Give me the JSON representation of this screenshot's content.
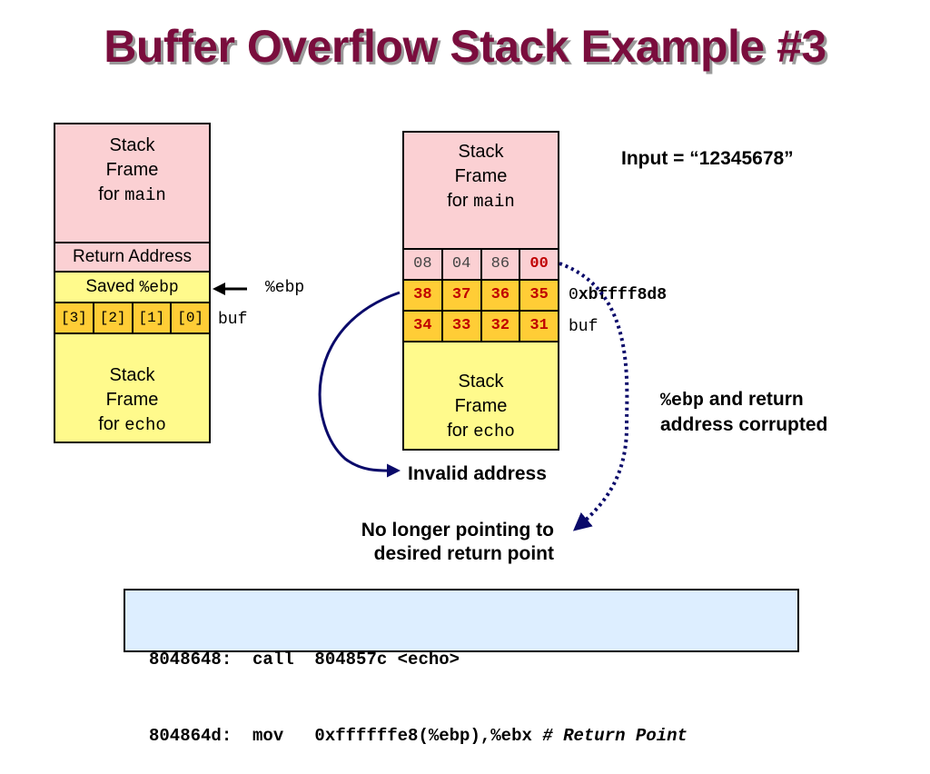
{
  "title": "Buffer Overflow Stack Example #3",
  "left_stack": {
    "main_frame": [
      "Stack",
      "Frame",
      "for",
      "main"
    ],
    "return_address": "Return Address",
    "saved_ebp": [
      "Saved",
      "%ebp"
    ],
    "buf_cells": [
      "[3]",
      "[2]",
      "[1]",
      "[0]"
    ],
    "echo_frame": [
      "Stack",
      "Frame",
      "for",
      "echo"
    ],
    "ebp_label": "%ebp",
    "buf_label": "buf"
  },
  "right_stack": {
    "main_frame": [
      "Stack",
      "Frame",
      "for",
      "main"
    ],
    "row1": [
      "08",
      "04",
      "86",
      "00"
    ],
    "row2": [
      "38",
      "37",
      "36",
      "35"
    ],
    "row3": [
      "34",
      "33",
      "32",
      "31"
    ],
    "echo_frame": [
      "Stack",
      "Frame",
      "for",
      "echo"
    ],
    "addr_label": [
      "0",
      "xbffff8d8"
    ],
    "buf_label": "buf"
  },
  "input_text": "Input = “12345678”",
  "corrupted_note": [
    "%ebp",
    " and return",
    "address corrupted"
  ],
  "invalid_address": "Invalid address",
  "no_longer": [
    "No longer pointing to",
    "desired return point"
  ],
  "code": {
    "line1": "8048648:  call  804857c <echo>",
    "line2_main": "804864d:  mov   0xffffffe8(%ebp),%ebx ",
    "line2_comment": "# Return Point"
  },
  "colors": {
    "title": "#7a0d3d",
    "pink": "#fbd0d3",
    "yellow": "#fffa8c",
    "orange": "#ffcd36",
    "corrupt_red": "#c00000",
    "arrow": "#0a0a6a",
    "code_bg": "#ddeeff"
  }
}
